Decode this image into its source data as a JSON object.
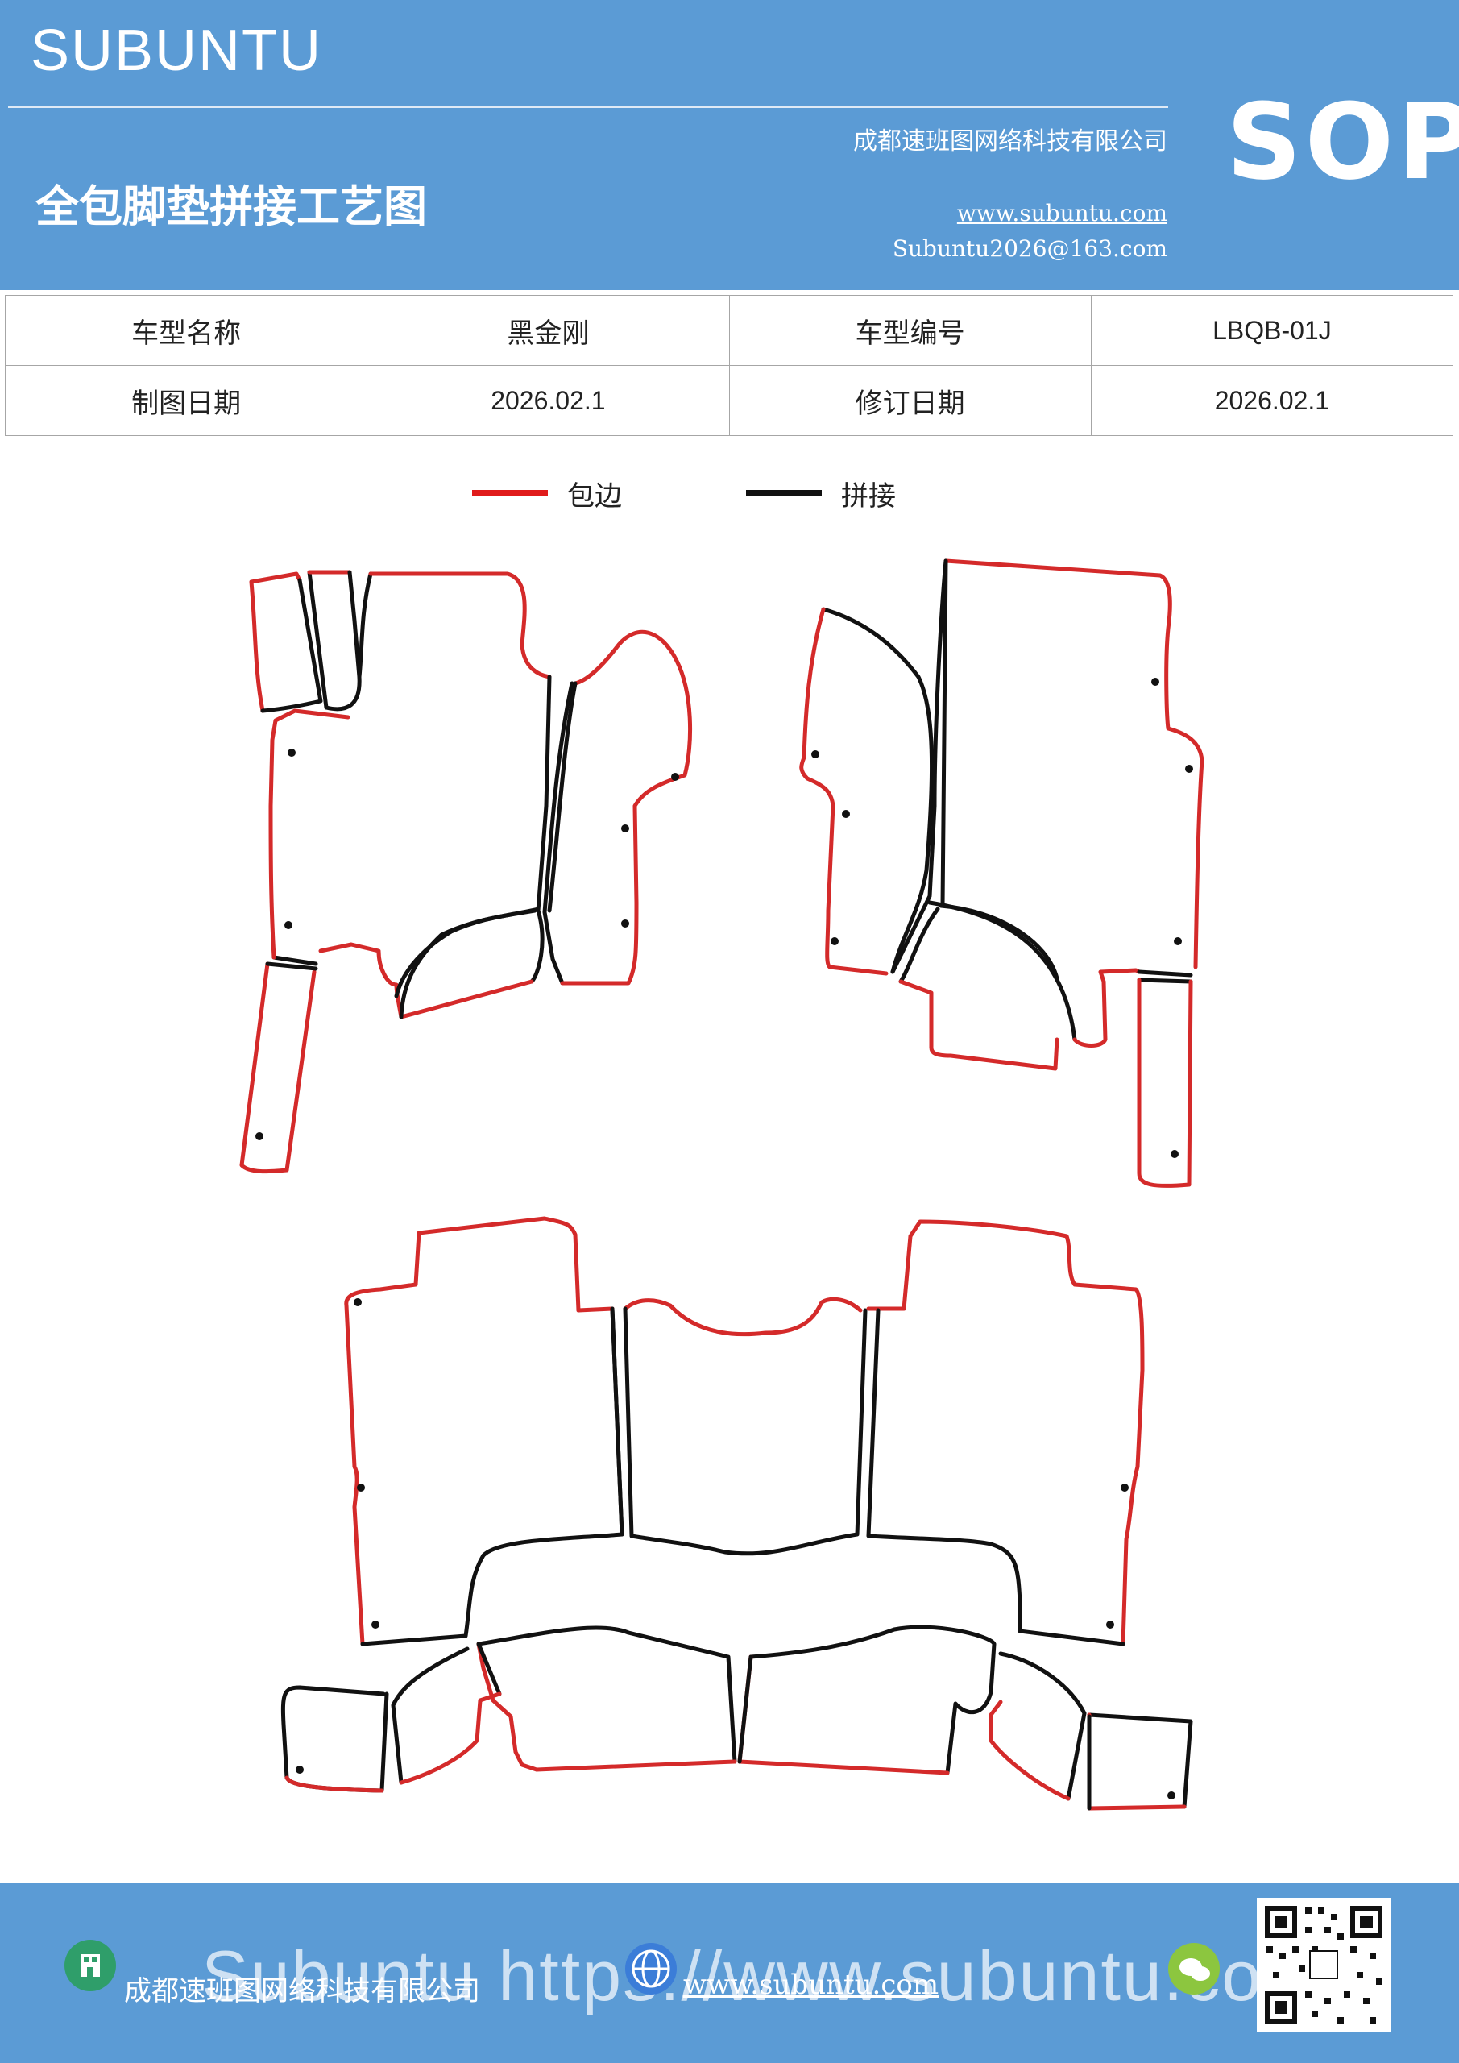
{
  "header": {
    "brand": "SUBUNTU",
    "title": "全包脚垫拼接工艺图",
    "company": "成都速班图网络科技有限公司",
    "website": "www.subuntu.com",
    "email": "Subuntu2026@163.com",
    "badge": "SOP"
  },
  "info_table": {
    "model_name_label": "车型名称",
    "model_name_value": "黑金刚",
    "model_code_label": "车型编号",
    "model_code_value": "LBQB-01J",
    "draw_date_label": "制图日期",
    "draw_date_value": "2026.02.1",
    "revise_date_label": "修订日期",
    "revise_date_value": "2026.02.1"
  },
  "legend": {
    "edge_label": "包边",
    "edge_color": "#e01b1b",
    "joint_label": "拼接",
    "joint_color": "#111111"
  },
  "footer": {
    "company": "成都速班图网络科技有限公司",
    "website": "www.subuntu.com",
    "watermark": "Subuntu https://www.subuntu.com",
    "brand_color": "#5b9bd5"
  }
}
